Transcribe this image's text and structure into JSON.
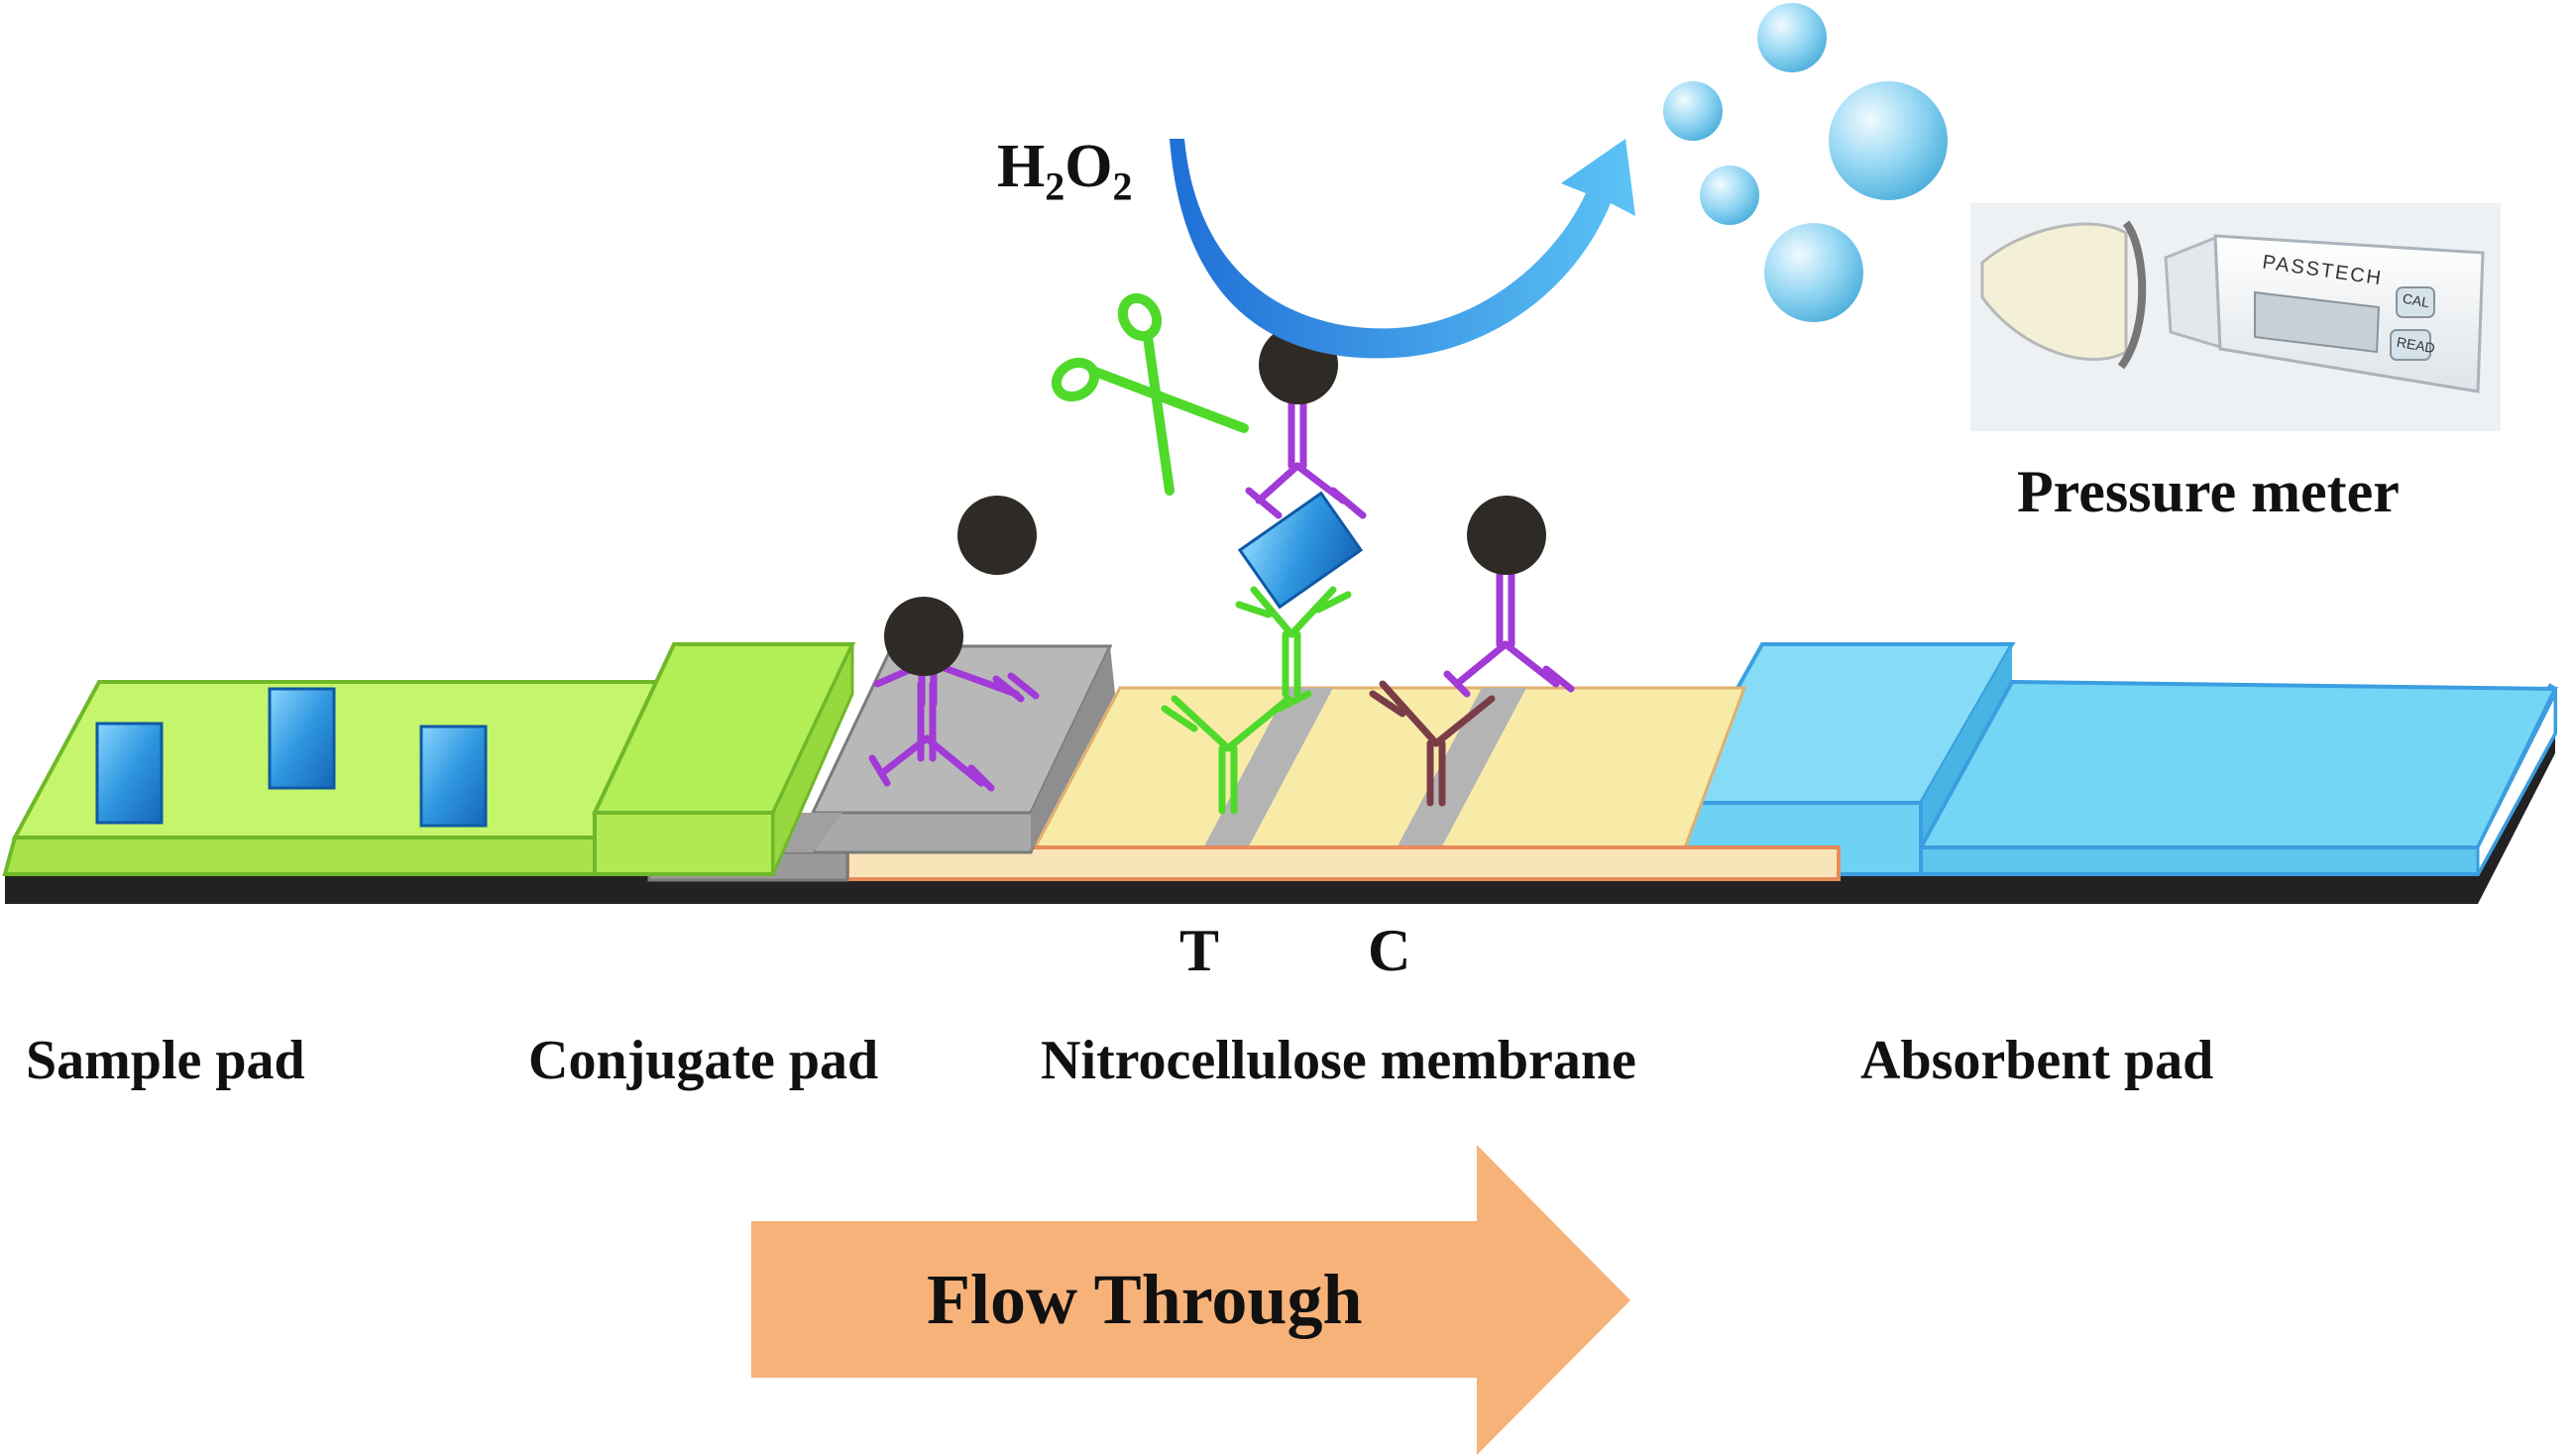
{
  "labels": {
    "sample_pad": "Sample pad",
    "conjugate_pad": "Conjugate pad",
    "nitrocellulose_membrane": "Nitrocellulose membrane",
    "absorbent_pad": "Absorbent pad",
    "test_line": "T",
    "control_line": "C",
    "pressure_meter": "Pressure meter",
    "flow": "Flow Through",
    "h2o2_h": "H",
    "h2o2_sub1": "2",
    "h2o2_o": "O",
    "h2o2_sub2": "2"
  },
  "device": {
    "brand": "PASSTECH",
    "button_cal": "CAL",
    "button_read": "READ"
  },
  "colors": {
    "sample_pad": "#b9ef5a",
    "conjugate_pad": "#a9a9a9",
    "membrane": "#f8eba8",
    "absorbent_pad": "#74d6f5",
    "backing": "#222222",
    "antigen": "#3aa7e6",
    "detection_antibody": "#a13ad6",
    "capture_antibody": "#4fd92a",
    "control_antibody": "#7a3d48",
    "nanoparticle": "#2e2a25",
    "flow_arrow": "#f7b27a",
    "reaction_arrow": "#2f86e0",
    "bubbles": "#8fd3f2"
  },
  "icons": [
    "scissors-icon",
    "bubbles-icon",
    "pressure-meter-device",
    "flow-arrow-icon"
  ]
}
